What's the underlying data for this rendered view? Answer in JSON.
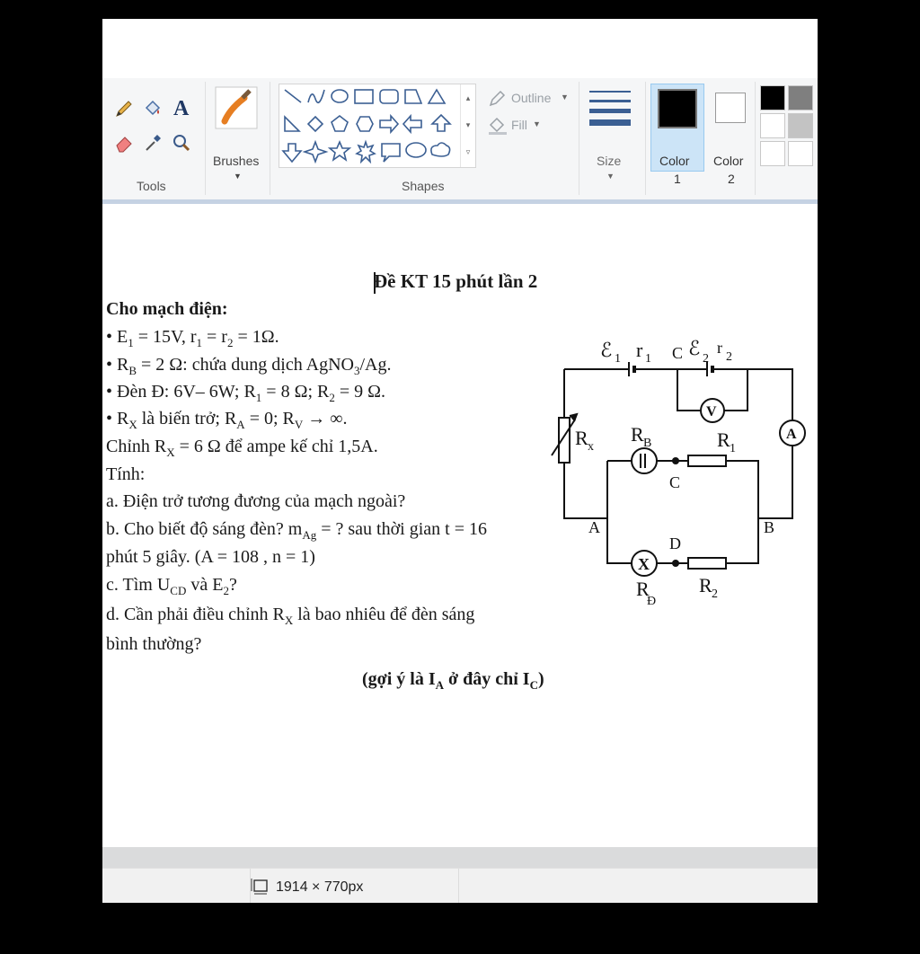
{
  "ribbon": {
    "tools_label": "Tools",
    "brushes_label": "Brushes",
    "shapes_label": "Shapes",
    "outline_label": "Outline",
    "fill_label": "Fill",
    "size_label": "Size",
    "color1_label_a": "Color",
    "color1_label_b": "1",
    "color2_label_a": "Color",
    "color2_label_b": "2",
    "color1": "#000000",
    "color2": "#ffffff",
    "palette": [
      "#000000",
      "#7f7f7f",
      "#ffffff",
      "#c3c3c3",
      "#ffffff",
      "#ffffff"
    ]
  },
  "document": {
    "title": "Đề KT 15 phút lần 2",
    "heading": "Cho mạch điện:",
    "b1_a": "• E",
    "b1_b": "1",
    "b1_c": " = 15V, r",
    "b1_d": "1",
    "b1_e": " = r",
    "b1_f": "2",
    "b1_g": " = 1Ω.",
    "b2_a": "• R",
    "b2_b": "B",
    "b2_c": " = 2 Ω: chứa dung dịch AgNO",
    "b2_d": "3",
    "b2_e": "/Ag.",
    "b3_a": "• Đèn Đ: 6V– 6W; R",
    "b3_b": "1",
    "b3_c": " = 8 Ω; R",
    "b3_d": "2",
    "b3_e": " = 9 Ω.",
    "b4_a": "• R",
    "b4_b": "X",
    "b4_c": " là biến trở; R",
    "b4_d": "A",
    "b4_e": " = 0; R",
    "b4_f": "V",
    "b4_g": " → ∞.",
    "l5_a": "Chỉnh R",
    "l5_b": "X",
    "l5_c": " = 6 Ω để ampe kế chỉ 1,5A.",
    "l6": "Tính:",
    "qa": "a. Điện trở tương đương của mạch ngoài?",
    "qb_a": "b. Cho biết độ sáng đèn? m",
    "qb_b": "Ag",
    "qb_c": " = ? sau thời gian t = 16",
    "qb2": "phút 5 giây. (A = 108 , n = 1)",
    "qc_a": "c. Tìm U",
    "qc_b": "CD",
    "qc_c": " và E",
    "qc_d": "2",
    "qc_e": "?",
    "qd": "d. Cần phải điều chỉnh R",
    "qd_sub": "X",
    "qd_c": " là bao nhiêu để đèn sáng",
    "qd2": "bình thường?",
    "hint_a": "(gợi ý là I",
    "hint_b": "A",
    "hint_c": " ở đây chỉ I",
    "hint_d": "C",
    "hint_e": ")"
  },
  "circuit": {
    "e1": "ℰ",
    "e1_sub": "1",
    "r1": "r",
    "r1_sub": "1",
    "c_top": "C",
    "e2": "ℰ",
    "e2_sub": "2",
    "r2": "r",
    "r2_sub": "2",
    "voltmeter": "V",
    "ammeter": "A",
    "rx": "R",
    "rx_sub": "x",
    "rb": "R",
    "rb_sub": "B",
    "rone": "R",
    "rone_sub": "1",
    "node_c": "C",
    "node_a": "A",
    "node_b": "B",
    "node_d": "D",
    "lamp": "X",
    "rd": "R",
    "rd_sub": "Đ",
    "rtwo": "R",
    "rtwo_sub": "2"
  },
  "status": {
    "size_text": "1914 × 770px"
  }
}
